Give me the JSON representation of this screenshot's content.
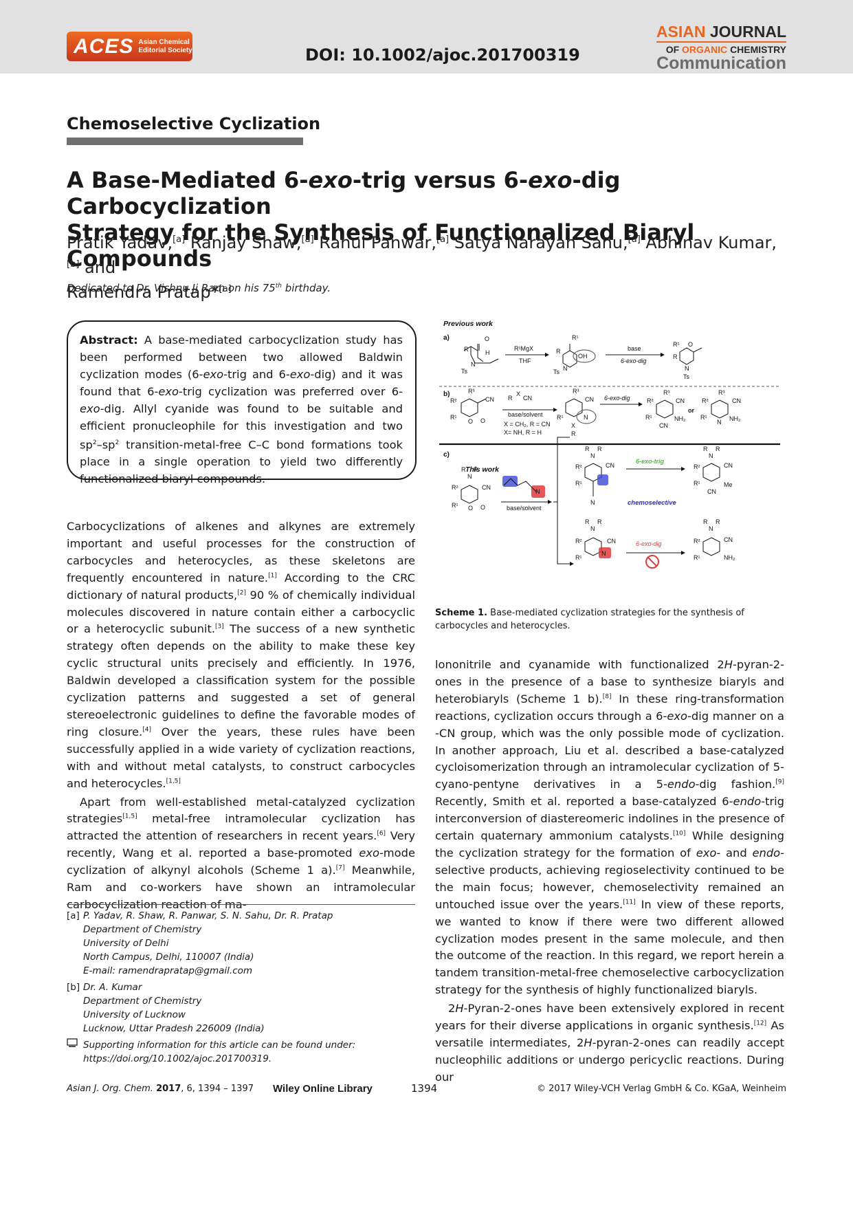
{
  "header": {
    "logo_acronym": "ACES",
    "logo_society": [
      "Asian Chemical",
      "Editorial Society"
    ],
    "doi": "DOI: 10.1002/ajoc.201700319",
    "journal_line1_a": "ASIAN",
    "journal_line1_b": "JOURNAL",
    "journal_line2_a": "OF",
    "journal_line2_b": "ORGANIC",
    "journal_line2_c": "CHEMISTRY",
    "journal_line3": "Communication"
  },
  "section_label": "Chemoselective Cyclization",
  "title": {
    "l1a": "A Base-Mediated 6-",
    "l1b": "exo",
    "l1c": "-trig versus 6-",
    "l1d": "exo",
    "l1e": "-dig Carbocyclization",
    "l2": "Strategy for the Synthesis of Functionalized Biaryl Compounds"
  },
  "authors": {
    "a1": "Pratik Yadav,",
    "a2": "Ranjay Shaw,",
    "a3": "Rahul Panwar,",
    "a4": "Satya Narayan Sahu,",
    "a5": "Abhinav Kumar,",
    "and": "and",
    "a6": "Ramendra Pratap*",
    "aff_a": "[a]",
    "aff_b": "[b]"
  },
  "dedication": {
    "pre": "Dedicated to Dr. Vishnu Ji Ram on his 75",
    "sup": "th",
    "post": " birthday."
  },
  "abstract": {
    "label": "Abstract:",
    "t1": " A base-mediated carbocyclization study has been performed between two allowed Baldwin cyclization modes (6-",
    "i1": "exo",
    "t2": "-trig and 6-",
    "i2": "exo",
    "t3": "-dig) and it was found that 6-",
    "i3": "exo",
    "t4": "-trig cyclization was preferred over 6-",
    "i4": "exo",
    "t5": "-dig. Allyl cyanide was found to be suitable and efficient pronucleophile for this investigation and two sp",
    "s1": "2",
    "t6": "–sp",
    "s2": "2",
    "t7": " transition-metal-free C–C bond formations took place in a single operation to yield two differently functionalized biaryl compounds."
  },
  "col1": {
    "p1a": "Carbocyclizations of alkenes and alkynes are extremely important and useful processes for the construction of carbocycles and heterocycles, as these skeletons are frequently encountered in nature.",
    "r1": "[1]",
    "p1b": " According to the CRC dictionary of natural products,",
    "r2": "[2]",
    "p1c": " 90 % of chemically individual molecules discovered in nature contain either a carbocyclic or a heterocyclic subunit.",
    "r3": "[3]",
    "p1d": " The success of a new synthetic strategy often depends on the ability to make these key cyclic structural units precisely and efficiently. In 1976, Baldwin developed a classification system for the possible cyclization patterns and suggested a set of general stereoelectronic guidelines to define the favorable modes of ring closure.",
    "r4": "[4]",
    "p1e": " Over the years, these rules have been successfully applied in a wide variety of cyclization reactions, with and without metal catalysts, to construct carbocycles and heterocycles.",
    "r5": "[1,5]",
    "p2a": "Apart from well-established metal-catalyzed cyclization strategies",
    "r6": "[1,5]",
    "p2b": " metal-free intramolecular cyclization has attracted the attention of researchers in recent years.",
    "r7": "[6]",
    "p2c": " Very recently, Wang et al. reported a base-promoted ",
    "i1": "exo",
    "p2d": "-mode cyclization of alkynyl alcohols (Scheme 1 a).",
    "r8": "[7]",
    "p2e": " Meanwhile, Ram and co-workers have shown an intramolecular carbocyclization reaction of ma-"
  },
  "col2": {
    "p1a": "lononitrile and cyanamide with functionalized 2",
    "i1": "H",
    "p1b": "-pyran-2-ones in the presence of a base to synthesize biaryls and heterobiaryls (Scheme 1 b).",
    "r1": "[8]",
    "p1c": " In these ring-transformation reactions, cyclization occurs through a 6-",
    "i2": "exo",
    "p1d": "-dig manner on a -CN group, which was the only possible mode of cyclization. In another approach, Liu et al. described a base-catalyzed cycloisomerization through an intramolecular cyclization of 5-cyano-pentyne derivatives in a 5-",
    "i3": "endo",
    "p1e": "-dig fashion.",
    "r2": "[9]",
    "p1f": " Recently, Smith et al. reported a base-catalyzed 6-",
    "i4": "endo",
    "p1g": "-trig interconversion of diastereomeric indolines in the presence of certain quaternary ammonium catalysts.",
    "r3": "[10]",
    "p1h": " While designing the cyclization strategy for the formation of ",
    "i5": "exo",
    "p1i": "- and ",
    "i6": "endo",
    "p1j": "-selective products, achieving regioselectivity continued to be the main focus; however, chemoselectivity remained an untouched issue over the years.",
    "r4": "[11]",
    "p1k": " In view of these reports, we wanted to know if there were two different allowed cyclization modes present in the same molecule, and then the outcome of the reaction. In this regard, we report herein a tandem transition-metal-free chemoselective carbocyclization strategy for the synthesis of highly functionalized biaryls.",
    "p2a": "2",
    "i7": "H",
    "p2b": "-Pyran-2-ones have been extensively explored in recent years for their diverse applications in organic synthesis.",
    "r5": "[12]",
    "p2c": " As versatile intermediates, 2",
    "i8": "H",
    "p2d": "-pyran-2-ones can readily accept nucleophilic additions or undergo pericyclic reactions. During our"
  },
  "scheme": {
    "previous_work": "Previous work",
    "a": "a)",
    "b": "b)",
    "c": "c)",
    "this_work": "This work",
    "r1mgx": "R¹MgX",
    "thf": "THF",
    "base": "base",
    "exo_dig_a": "6-exo-dig",
    "exo_dig_b": "6-exo-dig",
    "exo_trig": "6-exo-trig",
    "exo_dig_c": "6-exo-dig",
    "chemoselective": "chemoselective",
    "base_solvent_b": "base/solvent",
    "base_solvent_c": "base/solvent",
    "x_cond1": "X = CH₂, R = CN",
    "x_cond2": "X= NH, R = H",
    "or": "or",
    "cn": "CN",
    "nh2": "NH₂",
    "me": "Me",
    "ts": "Ts",
    "oh": "OH",
    "h": "H",
    "n": "N",
    "o": "O",
    "x": "X",
    "r": "R",
    "r1": "R¹",
    "r2": "R²",
    "r3": "R³"
  },
  "scheme_caption": {
    "label": "Scheme 1.",
    "text": " Base-mediated cyclization strategies for the synthesis of carbocycles and heterocycles."
  },
  "footnotes": {
    "a_tag": "[a]",
    "a_lines": [
      "P. Yadav, R. Shaw, R. Panwar, S. N. Sahu, Dr. R. Pratap",
      "Department of Chemistry",
      "University of Delhi",
      "North Campus, Delhi, 110007 (India)",
      "E-mail: ramendrapratap@gmail.com"
    ],
    "b_tag": "[b]",
    "b_lines": [
      "Dr. A. Kumar",
      "Department of Chemistry",
      "University of Lucknow",
      "Lucknow, Uttar Pradesh 226009 (India)"
    ],
    "si_lines": [
      "Supporting information for this article can be found under:",
      "https://doi.org/10.1002/ajoc.201700319."
    ]
  },
  "footer": {
    "journal_abbrev": "Asian J. Org. Chem.",
    "year": "2017",
    "volume_pages": ", 6, 1394 – 1397",
    "wiley_online": "Wiley Online Library",
    "page": "1394",
    "copyright": "© 2017 Wiley-VCH Verlag GmbH & Co. KGaA, Weinheim"
  },
  "colors": {
    "accent": "#e8661e",
    "header_bg": "#e1e1e1",
    "section_bar": "#6f6f6f",
    "exo_trig_green": "#4cbf3f",
    "exo_dig_red": "#e23b3b",
    "chemoselective_blue": "#2d2dd1"
  }
}
